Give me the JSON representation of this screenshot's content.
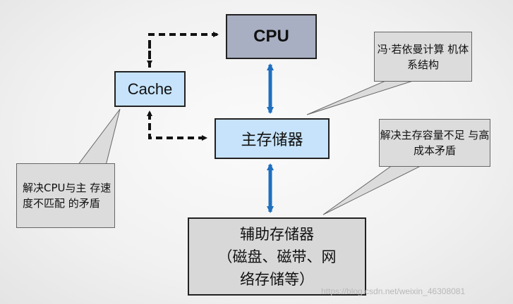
{
  "boxes": {
    "cpu": "CPU",
    "cache": "Cache",
    "main_memory": "主存储器",
    "aux_memory": {
      "line1": "辅助存储器",
      "line2": "（磁盘、磁带、网",
      "line3": "络存储等）"
    }
  },
  "notes": {
    "von_neumann": {
      "line1": "冯·若依曼计算",
      "line2": "机体系结构"
    },
    "capacity_cost": {
      "line1": "解决主存容量不足",
      "line2": "与高成本矛盾"
    },
    "speed_mismatch": {
      "line1": "解决CPU与主",
      "line2": "存速度不匹配",
      "line3": "的矛盾"
    }
  },
  "watermark": "https://blog.csdn.net/weixin_46308081",
  "colors": {
    "cpu_fill": "#a9afc2",
    "memory_fill": "#c6e3fb",
    "aux_fill": "#d8d8d8",
    "note_fill": "#dcdcdc",
    "bus_arrow": "#1f6fbf",
    "dashed_arrow": "#111111"
  }
}
